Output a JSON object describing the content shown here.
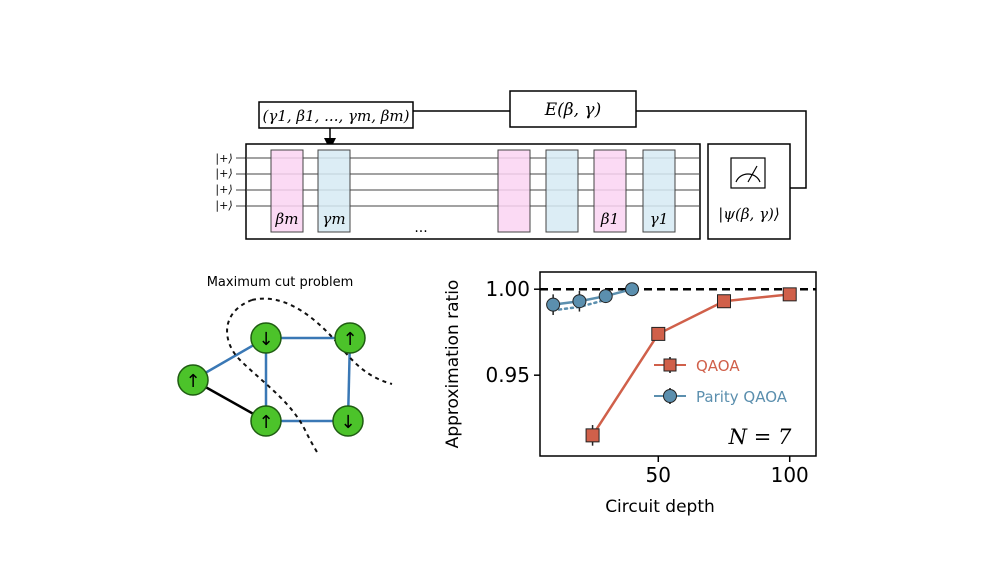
{
  "circuit": {
    "params_label": "(γ1, β1, ..., γm, βm)",
    "energy_label": "E(β, γ)",
    "qubit_labels": [
      "|+⟩",
      "|+⟩",
      "|+⟩",
      "|+⟩"
    ],
    "gate_labels": [
      "βm",
      "γm",
      "β1",
      "γ1"
    ],
    "ellipsis": "...",
    "state_label": "|ψ(β, γ)⟩",
    "meter_icon": "measurement-meter-icon"
  },
  "graph": {
    "title": "Maximum cut problem",
    "node_spins": [
      "↑",
      "↓",
      "↑",
      "↑",
      "↓"
    ]
  },
  "chart_data": {
    "type": "line",
    "xlabel": "Circuit depth",
    "ylabel": "Approximation ratio",
    "x_ticks": [
      "50",
      "100"
    ],
    "y_ticks": [
      "1.00",
      "0.95"
    ],
    "xlim": [
      5,
      110
    ],
    "ylim": [
      0.903,
      1.01
    ],
    "reference_line": 1.0,
    "annotation": "N = 7",
    "series": [
      {
        "name": "QAOA",
        "color": "#d0604a",
        "marker": "square",
        "x": [
          25,
          50,
          75,
          100
        ],
        "y": [
          0.915,
          0.974,
          0.993,
          0.997
        ],
        "err": [
          0.006,
          0.002,
          0.001,
          0.001
        ]
      },
      {
        "name": "Parity QAOA",
        "color": "#5b8fae",
        "marker": "circle",
        "x": [
          10,
          20,
          30,
          40
        ],
        "y": [
          0.991,
          0.993,
          0.996,
          1.0
        ],
        "err": [
          0.006,
          0.006,
          0.004,
          0.0
        ]
      }
    ]
  }
}
